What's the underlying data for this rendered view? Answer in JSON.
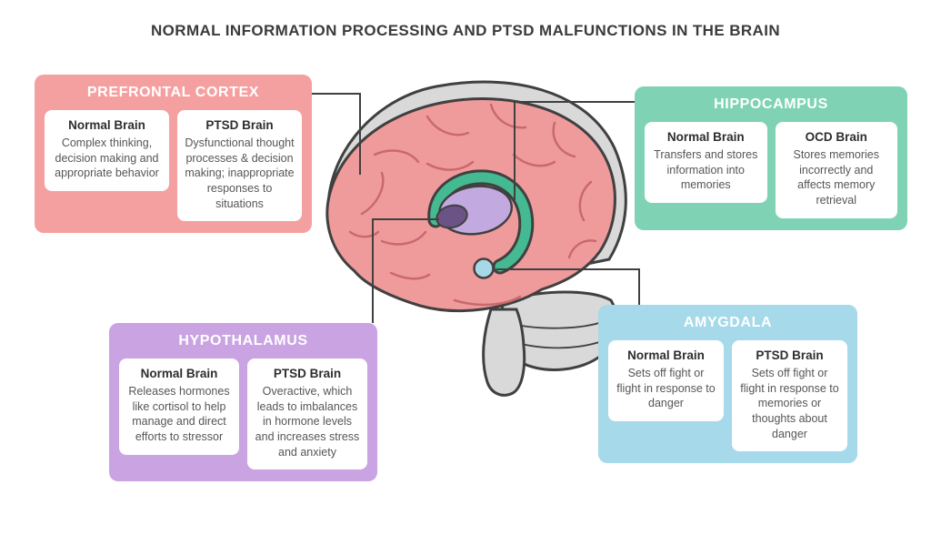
{
  "title": "NORMAL INFORMATION PROCESSING AND PTSD MALFUNCTIONS IN THE BRAIN",
  "colors": {
    "prefrontal": "#f5a0a0",
    "hippocampus": "#7fd3b4",
    "hypothalamus": "#c9a3e2",
    "amygdala": "#a6d9e9",
    "brain_fill": "#f09b9b",
    "brain_gray": "#d9d9d9",
    "outline": "#404040",
    "thalamus_purple": "#c2a9df",
    "hypothalamus_dark_purple": "#6b5385",
    "hippocampus_teal": "#45b991",
    "amygdala_blue": "#a8d8e8"
  },
  "boxes": {
    "prefrontal": {
      "title": "PREFRONTAL CORTEX",
      "cards": [
        {
          "heading": "Normal Brain",
          "body": "Complex thinking, decision making and appropriate behavior"
        },
        {
          "heading": "PTSD Brain",
          "body": "Dysfunctional thought processes & decision making; inappropriate responses to situations"
        }
      ]
    },
    "hippocampus": {
      "title": "HIPPOCAMPUS",
      "cards": [
        {
          "heading": "Normal Brain",
          "body": "Transfers and stores information into memories"
        },
        {
          "heading": "OCD Brain",
          "body": "Stores memories incorrectly and affects memory retrieval"
        }
      ]
    },
    "hypothalamus": {
      "title": "HYPOTHALAMUS",
      "cards": [
        {
          "heading": "Normal Brain",
          "body": "Releases hormones like cortisol to help manage and direct efforts to stressor"
        },
        {
          "heading": "PTSD Brain",
          "body": "Overactive, which leads to imbalances in hormone levels and increases stress and anxiety"
        }
      ]
    },
    "amygdala": {
      "title": "AMYGDALA",
      "cards": [
        {
          "heading": "Normal Brain",
          "body": "Sets off fight or flight in response to danger"
        },
        {
          "heading": "PTSD Brain",
          "body": "Sets off fight or flight in response to memories or thoughts about danger"
        }
      ]
    }
  }
}
